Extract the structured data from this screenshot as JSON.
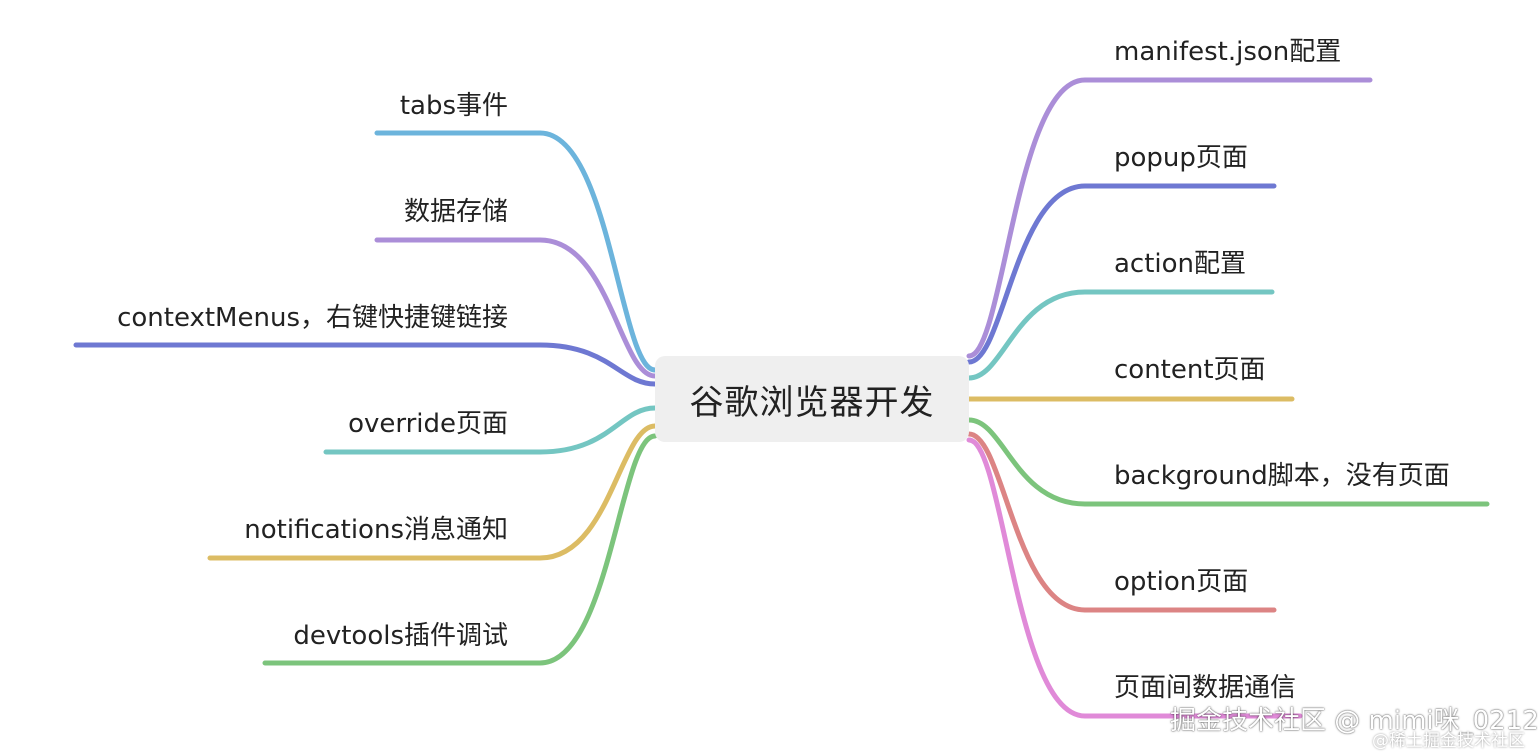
{
  "root": {
    "label": "谷歌浏览器开发"
  },
  "left_branches": [
    {
      "label": "tabs事件",
      "color": "#6cb4dc"
    },
    {
      "label": "数据存储",
      "color": "#ab8ed8"
    },
    {
      "label": "contextMenus，右键快捷键链接",
      "color": "#6e78d2"
    },
    {
      "label": "override页面",
      "color": "#74c6c2"
    },
    {
      "label": "notifications消息通知",
      "color": "#dcbc64"
    },
    {
      "label": "devtools插件调试",
      "color": "#7cc47c"
    }
  ],
  "right_branches": [
    {
      "label": "manifest.json配置",
      "color": "#ab8ed8"
    },
    {
      "label": "popup页面",
      "color": "#6e78d2"
    },
    {
      "label": "action配置",
      "color": "#74c6c2"
    },
    {
      "label": "content页面",
      "color": "#dcbc64"
    },
    {
      "label": "background脚本，没有页面",
      "color": "#7cc47c"
    },
    {
      "label": "option页面",
      "color": "#dc8484"
    },
    {
      "label": "页面间数据通信",
      "color": "#e08ad8"
    }
  ],
  "watermark": {
    "text": "掘金技术社区 @ mimi咪_0212",
    "sub": "@稀土掘金技术社区"
  }
}
